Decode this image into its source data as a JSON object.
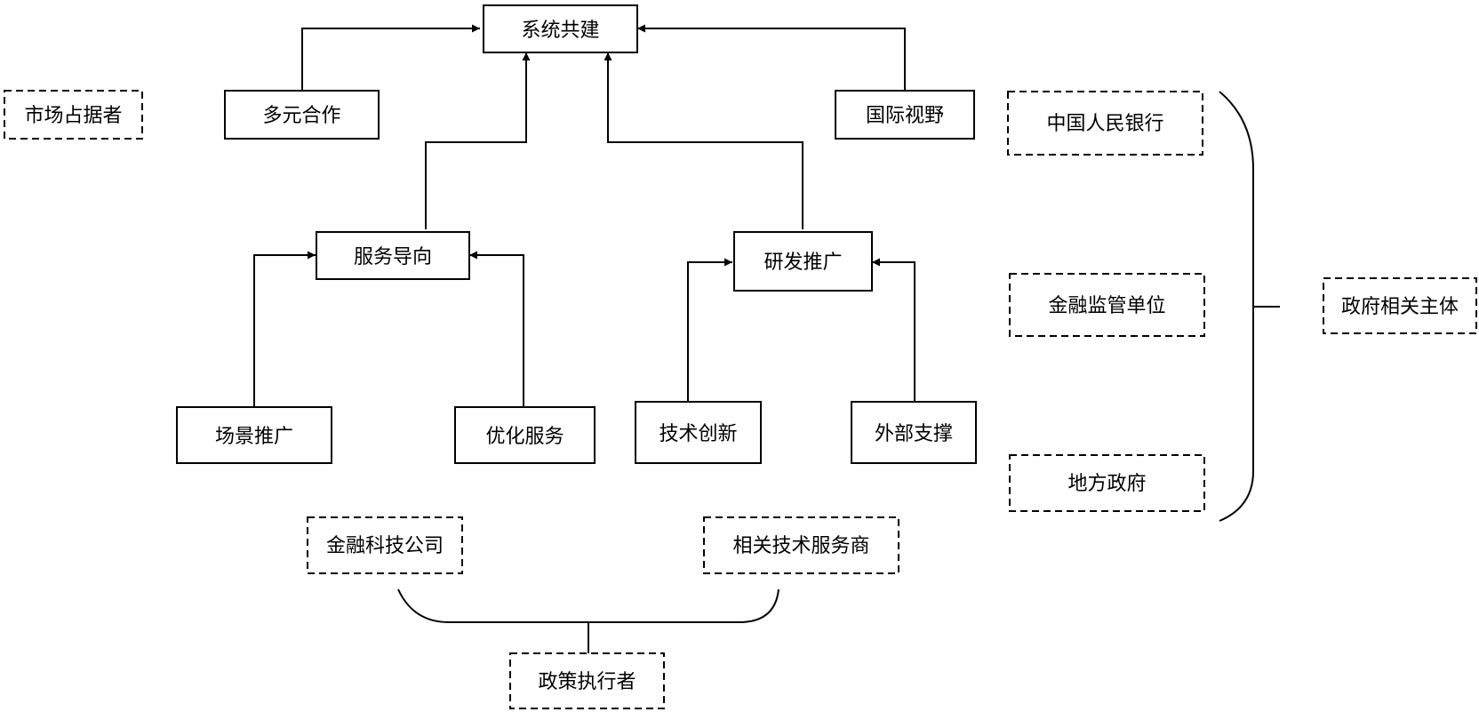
{
  "diagram": {
    "nodes": {
      "system_build": "系统共建",
      "multi_coop": "多元合作",
      "intl_vision": "国际视野",
      "service_orient": "服务导向",
      "rd_promo": "研发推广",
      "scene_promo": "场景推广",
      "opt_service": "优化服务",
      "tech_innov": "技术创新",
      "ext_support": "外部支撑"
    },
    "actors": {
      "market_holder": "市场占据者",
      "pboc": "中国人民银行",
      "fin_regulator": "金融监管单位",
      "local_gov": "地方政府",
      "gov_entities": "政府相关主体",
      "fintech_co": "金融科技公司",
      "tech_provider": "相关技术服务商",
      "policy_exec": "政策执行者"
    }
  }
}
